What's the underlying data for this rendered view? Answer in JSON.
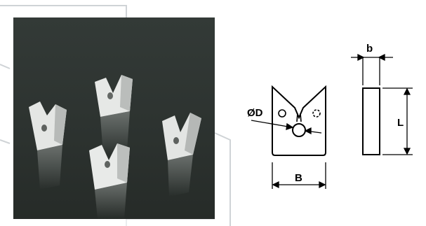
{
  "product_photo": {
    "background": "#2f3532",
    "part_color": "#e6e8e6",
    "part_shadow": "#b9bcba"
  },
  "technical_drawing": {
    "labels": {
      "diameter": "ØD",
      "width": "B",
      "thickness": "b",
      "length": "L"
    },
    "line_color": "#000000"
  },
  "frame": {
    "line_color": "#cfd3d6"
  }
}
